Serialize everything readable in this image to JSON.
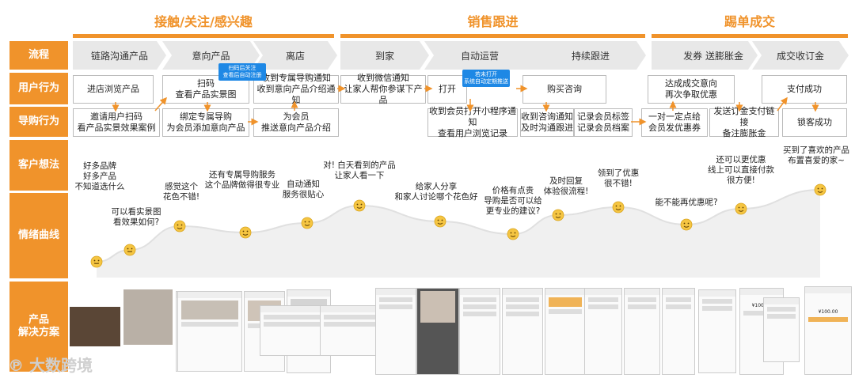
{
  "phases": [
    {
      "title": "接触/关注/感兴趣"
    },
    {
      "title": "销售跟进"
    },
    {
      "title": "踢单成交"
    }
  ],
  "row_labels": {
    "flow": "流程",
    "user_behavior": "用户行为",
    "guide_behavior": "导购行为",
    "customer_thoughts": "客户想法",
    "emotion_curve": "情绪曲线",
    "product_solution": "产品\n解决方案"
  },
  "stages": [
    {
      "label": "链路沟通产品"
    },
    {
      "label": "意向产品"
    },
    {
      "label": "离店"
    },
    {
      "label": "到家"
    },
    {
      "label": "自动运营"
    },
    {
      "label": "持续跟进"
    },
    {
      "label": "发券 送膨胀金"
    },
    {
      "label": "成交收订金"
    }
  ],
  "user_behavior": [
    {
      "text": "进店浏览产品"
    },
    {
      "text": "扫码\n查看产品实景图"
    },
    {
      "text": "收到专属导购通知\n收到意向产品介绍通知"
    },
    {
      "text": "收到微信通知\n让家人帮你参谋下产品"
    },
    {
      "text": "打开"
    },
    {
      "text": "购买咨询"
    },
    {
      "text": "达成成交意向\n再次争取优惠"
    },
    {
      "text": "支付成功"
    }
  ],
  "guide_behavior": [
    {
      "text": "邀请用户扫码\n看产品实景效果案例"
    },
    {
      "text": "绑定专属导购\n为会员添加意向产品"
    },
    {
      "text": "为会员\n推送意向产品介绍"
    },
    {
      "text": "收到会员打开小程序通知\n查看用户浏览记录"
    },
    {
      "text": "收到咨询通知\n及时沟通跟进"
    },
    {
      "text": "记录会员标签\n记录会员档案"
    },
    {
      "text": "一对一定点给\n会员发优惠券"
    },
    {
      "text": "发送订金支付链接\n备注膨胀金"
    },
    {
      "text": "锁客成功"
    }
  ],
  "tags": [
    {
      "text": "扫码后关注\n查看后自动注册"
    },
    {
      "text": "若未打开\n系统自动定期推送"
    }
  ],
  "thoughts": [
    {
      "text": "好多品牌\n好多产品\n不知道选什么"
    },
    {
      "text": "可以看实景图\n看效果如何?"
    },
    {
      "text": "感觉这个\n花色不错!"
    },
    {
      "text": "还有专属导购服务\n这个品牌做得很专业"
    },
    {
      "text": "自动通知\n服务很贴心"
    },
    {
      "text": "对! 白天看到的产品\n让家人看一下"
    },
    {
      "text": "给家人分享\n和家人讨论哪个花色好"
    },
    {
      "text": "价格有点贵\n导购是否可以给\n更专业的建议?"
    },
    {
      "text": "及时回复\n体验很流程!"
    },
    {
      "text": "领到了优惠\n很不错!"
    },
    {
      "text": "能不能再优惠呢?"
    },
    {
      "text": "还可以更优惠\n线上可以直接付款\n很方便!"
    },
    {
      "text": "买到了喜欢的产品\n布置喜爱的家~"
    }
  ],
  "emotion_curve": {
    "points": [
      1,
      2,
      3,
      3,
      4,
      5,
      4,
      3,
      4,
      5,
      4,
      5,
      6
    ]
  },
  "product_screens": {
    "payment_amounts": [
      "¥100.00",
      "¥100.00"
    ]
  },
  "watermark": "大数跨境",
  "colors": {
    "accent": "#f0932b",
    "tag_blue": "#1e88e5",
    "emoji": "#f5c542",
    "stage_gray": "#e8e8e8",
    "curve_fill": "#f0f0f0"
  }
}
